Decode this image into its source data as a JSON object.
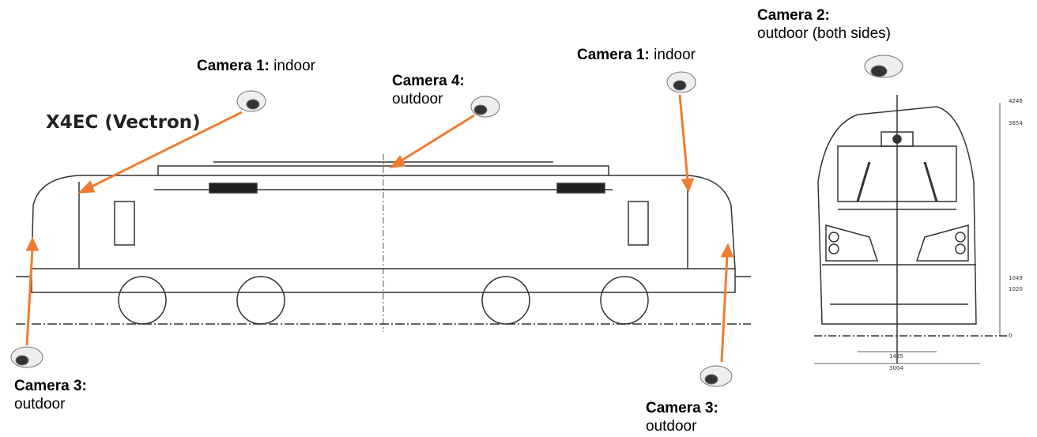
{
  "title": "X4EC (Vectron)",
  "cameras": [
    {
      "name": "Camera 1:",
      "desc": "indoor"
    },
    {
      "name": "Camera 4:",
      "desc": "outdoor"
    },
    {
      "name": "Camera 1:",
      "desc": "indoor"
    },
    {
      "name": "Camera 2:",
      "desc": "outdoor (both sides)"
    },
    {
      "name": "Camera 3:",
      "desc": "outdoor"
    },
    {
      "name": "Camera 3:",
      "desc": "outdoor"
    }
  ],
  "front_dims": {
    "h1": "4246",
    "h2": "3854",
    "h3": "1049",
    "h4": "1020",
    "h5": "0",
    "gauge": "1435",
    "width": "3004"
  },
  "colors": {
    "arrow": "#ee7d31",
    "line": "#333333"
  }
}
